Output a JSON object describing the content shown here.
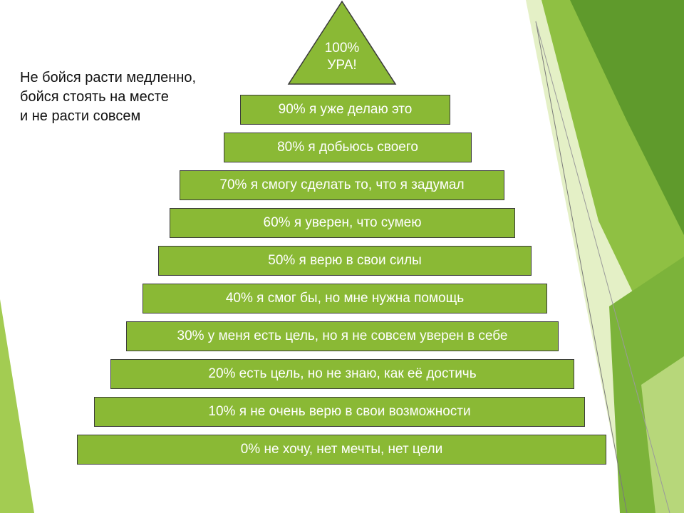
{
  "quote": {
    "lines": [
      "Не бойся расти медленно,",
      "бойся стоять на месте",
      "и не расти совсем"
    ]
  },
  "apex": {
    "percent": "100%",
    "label": "УРА!"
  },
  "steps": [
    "90% я уже делаю это",
    "80% я добьюсь своего",
    "70% я смогу сделать то, что я задумал",
    "60% я уверен, что сумею",
    "50% я верю в свои силы",
    "40% я смог бы, но мне нужна помощь",
    "30% у меня есть цель, но я не совсем уверен в себе",
    "20% есть цель, но не знаю, как её достичь",
    "10% я не очень верю в свои возможности",
    "0% не хочу, нет мечты, нет цели"
  ],
  "colors": {
    "step_fill": "#8ab935",
    "step_border": "#3a3a3a",
    "step_text": "#ffffff",
    "decor_green_dark": "#5f9a2c",
    "decor_green_light": "#a9cf5e"
  }
}
